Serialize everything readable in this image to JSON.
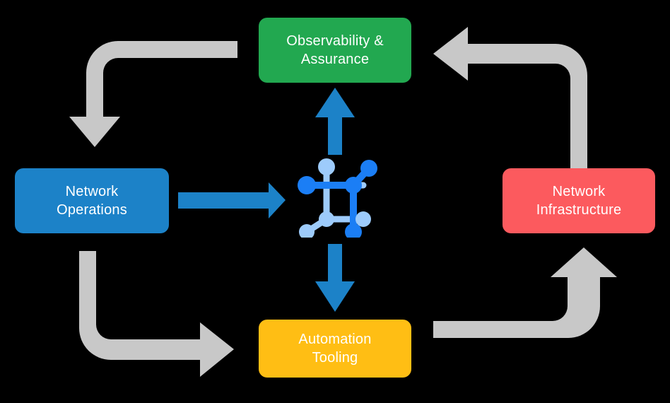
{
  "diagram": {
    "type": "cycle-diagram",
    "background_color": "#000000",
    "center": {
      "icon_name": "network-topology-icon",
      "node_color_primary": "#1b7ef5",
      "node_color_secondary": "#9dcbfb"
    },
    "nodes": [
      {
        "id": "observability",
        "label": "Observability &\nAssurance",
        "color": "#22a850",
        "position": "top"
      },
      {
        "id": "operations",
        "label": "Network\nOperations",
        "color": "#1c82c8",
        "position": "left"
      },
      {
        "id": "infrastructure",
        "label": "Network\nInfrastructure",
        "color": "#fc5a5e",
        "position": "right"
      },
      {
        "id": "automation",
        "label": "Automation\nTooling",
        "color": "#ffbe14",
        "position": "bottom"
      }
    ],
    "connectors": {
      "accent_color": "#1c82c8",
      "flow_color": "#c8c8c8",
      "blue_arrows": [
        {
          "id": "center-to-observability",
          "direction": "up"
        },
        {
          "id": "operations-to-center",
          "direction": "right"
        },
        {
          "id": "center-to-automation",
          "direction": "down"
        }
      ],
      "gray_arrows": [
        {
          "id": "observability-to-operations",
          "direction": "down",
          "corner": "top-left"
        },
        {
          "id": "infrastructure-to-observability",
          "direction": "left",
          "corner": "top-right"
        },
        {
          "id": "operations-to-automation",
          "direction": "right",
          "corner": "bottom-left"
        },
        {
          "id": "automation-to-infrastructure",
          "direction": "up",
          "corner": "bottom-right"
        }
      ]
    }
  }
}
